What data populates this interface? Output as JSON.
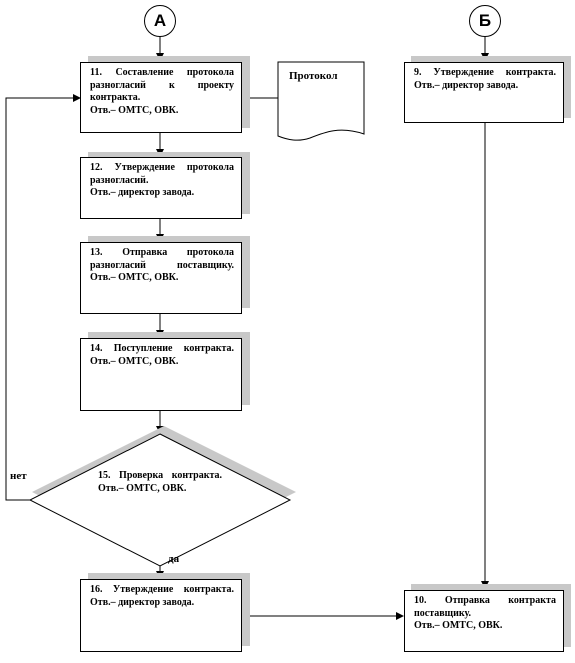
{
  "connectors": {
    "a": "А",
    "b": "Б"
  },
  "document_label": "Протокол",
  "steps": {
    "s11": {
      "title": "11. Составление протокола разногласий к проекту контракта.",
      "resp": "Отв.– ОМТС, ОВК."
    },
    "s12": {
      "title": "12. Утверждение протокола разногласий.",
      "resp": "Отв.– директор завода."
    },
    "s13": {
      "title": "13. Отправка протокола разногласий поставщику.",
      "resp": "Отв.– ОМТС, ОВК."
    },
    "s14": {
      "title": "14. Поступление контракта.",
      "resp": "Отв.– ОМТС, ОВК."
    },
    "s15": {
      "title": "15. Проверка контракта.",
      "resp": "Отв.– ОМТС, ОВК."
    },
    "s16": {
      "title": "16. Утверждение контракта.",
      "resp": "Отв.– директор завода."
    },
    "s9": {
      "title": "9. Утверждение контракта.",
      "resp": "Отв.– директор завода."
    },
    "s10": {
      "title": "10. Отправка контракта поставщику.",
      "resp": "Отв.– ОМТС, ОВК."
    }
  },
  "branch_labels": {
    "no": "нет",
    "yes": "да"
  }
}
